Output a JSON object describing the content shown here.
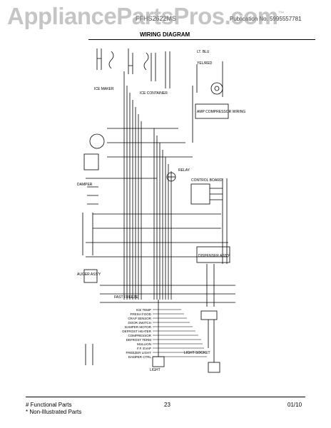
{
  "watermark": {
    "text": "AppliancePartsPros.com",
    "mark": "™"
  },
  "header": {
    "left": "FFHS2622MS",
    "right": "Publication No. 5995557781",
    "title": "WIRING DIAGRAM"
  },
  "footer": {
    "functional": "# Functional Parts",
    "non_illustrated": "* Non-Illustrated Parts",
    "page_number": "23",
    "date": "01/10"
  },
  "diagram": {
    "labels": {
      "lt_blu": "LT. BLU",
      "yel_red": "YEL/RED",
      "damper": "DAMPER",
      "ice_cont": "ICE CONTAINER",
      "ice_maker": "ICE MAKER",
      "dispenser_assy": "DISPENSER ASS'Y",
      "comp_wiring": "AMP COMPRESSOR WIRING",
      "light_socket": "LIGHT SOCKET",
      "fast_freeze": "FAST FREEZE",
      "cont_board": "CONTROL BOARD",
      "auger_assy": "AUGER ASS'Y",
      "relay": "RELAY",
      "light": "LIGHT"
    },
    "legend_lines": [
      "ICE TEMP",
      "FRESH FOOD",
      "CRAP SENSOR",
      "DOOR SWITCH",
      "DAMPER MOTOR",
      "DEFROST HEATER",
      "COMPRESSOR",
      "DEFROST TERM",
      "MULLION",
      "F.F. EVAP",
      "FREEZER LIGHT",
      "DAMPER CTRL"
    ]
  }
}
